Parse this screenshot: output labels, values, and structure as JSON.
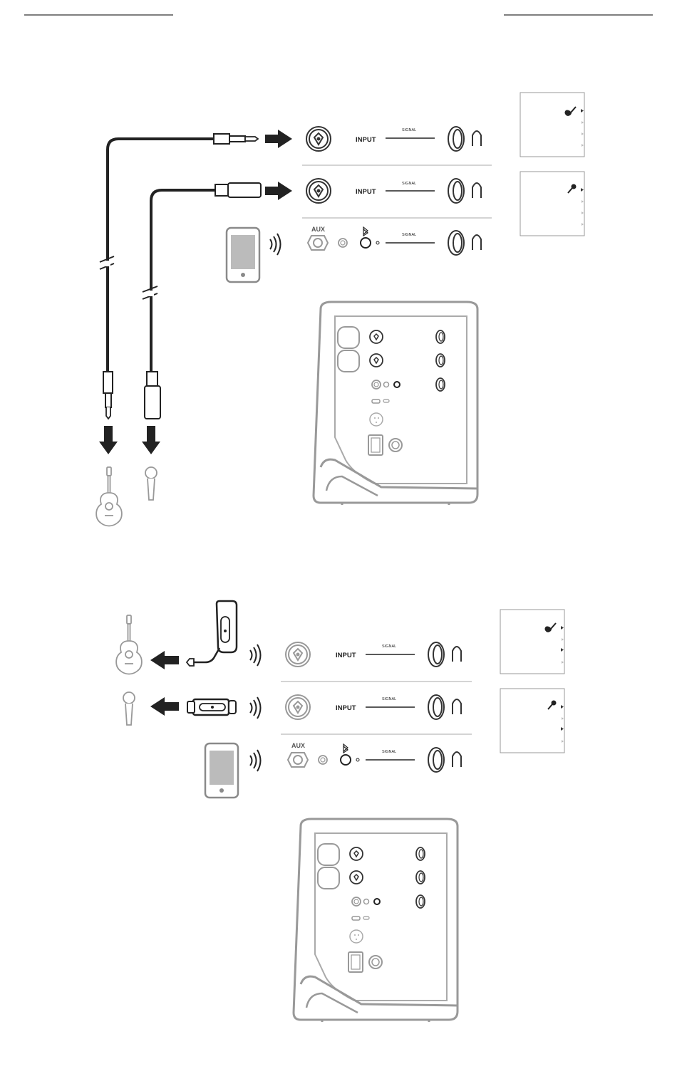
{
  "labels": {
    "input": "INPUT",
    "signal": "SIGNAL",
    "aux": "AUX"
  },
  "colors": {
    "line": "#222222",
    "panel_border": "#999999",
    "device_stroke": "#8a8a8a",
    "speaker_stroke": "#999999"
  },
  "diagrams": [
    {
      "name": "wired-setup",
      "sources": [
        "guitar-icon",
        "microphone-icon",
        "phone-icon"
      ],
      "connectors": [
        "quarter-inch-cable",
        "xlr-cable",
        "bluetooth"
      ]
    },
    {
      "name": "wireless-setup",
      "sources": [
        "guitar-icon",
        "microphone-icon",
        "phone-icon"
      ],
      "connectors": [
        "wireless-transmitter-guitar",
        "wireless-transmitter-mic",
        "bluetooth"
      ]
    }
  ]
}
